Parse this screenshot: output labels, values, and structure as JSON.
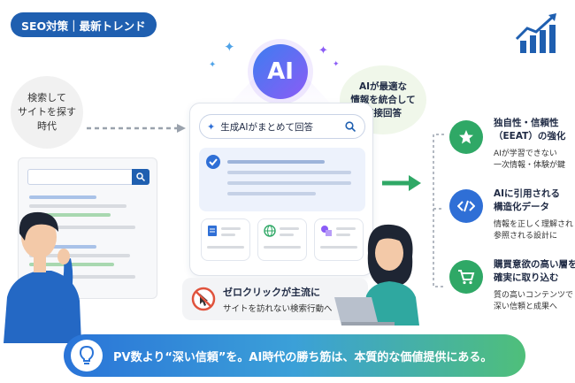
{
  "header": {
    "tag": "SEO対策｜最新トレンド"
  },
  "old_search": {
    "bubble_lines": [
      "検索して",
      "サイトを探す",
      "時代"
    ]
  },
  "ai": {
    "badge": "AI",
    "bubble_lines": [
      "AIが最適な",
      "情報を統合して",
      "直接回答"
    ],
    "search_query": "生成AIがまとめて回答"
  },
  "zero_click": {
    "title": "ゼロクリックが主流に",
    "subtitle": "サイトを訪れない検索行動へ"
  },
  "features": [
    {
      "icon": "star-icon",
      "color": "#2fa866",
      "title_lines": [
        "独自性・信頼性",
        "（EEAT）の強化"
      ],
      "desc_lines": [
        "AIが学習できない",
        "一次情報・体験が鍵"
      ]
    },
    {
      "icon": "code-icon",
      "color": "#2f6fd6",
      "title_lines": [
        "AIに引用される",
        "構造化データ"
      ],
      "desc_lines": [
        "情報を正しく理解され",
        "参照される設計に"
      ]
    },
    {
      "icon": "cart-icon",
      "color": "#2fa866",
      "title_lines": [
        "購買意欲の高い層を",
        "確実に取り込む"
      ],
      "desc_lines": [
        "質の高いコンテンツで",
        "深い信頼と成果へ"
      ]
    }
  ],
  "banner": {
    "text": "PV数より“深い信頼”を。AI時代の勝ち筋は、本質的な価値提供にある。"
  },
  "colors": {
    "primary": "#1f5fb0",
    "green": "#2fa866",
    "ai_gradient_start": "#3d7df0",
    "ai_gradient_end": "#8b5cf6"
  }
}
